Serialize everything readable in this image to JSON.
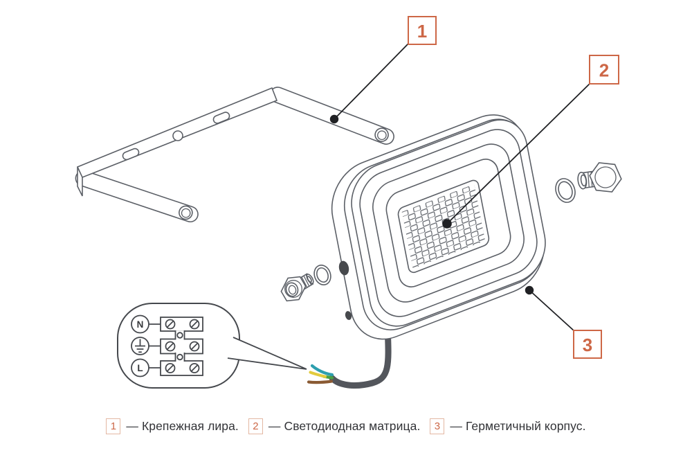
{
  "callouts": [
    {
      "num": "1",
      "label": "Крепежная лира"
    },
    {
      "num": "2",
      "label": "Светодиодная матрица"
    },
    {
      "num": "3",
      "label": "Герметичный корпус"
    }
  ],
  "caption": {
    "items": [
      {
        "num": "1",
        "text": "— Крепежная лира."
      },
      {
        "num": "2",
        "text": "— Светодиодная матрица."
      },
      {
        "num": "3",
        "text": "— Герметичный корпус."
      }
    ]
  },
  "terminal_block": {
    "neutral": "N",
    "live": "L",
    "ground_icon": "earth-ground-symbol"
  },
  "colors": {
    "accent": "#cd6746",
    "line": "#5b5f66",
    "leader": "#202124",
    "cable": "#53565c",
    "wire_blue": "#2e9fae",
    "wire_yellow": "#e2cb3e",
    "wire_green": "#4aa041",
    "wire_brown": "#8a5a33"
  }
}
